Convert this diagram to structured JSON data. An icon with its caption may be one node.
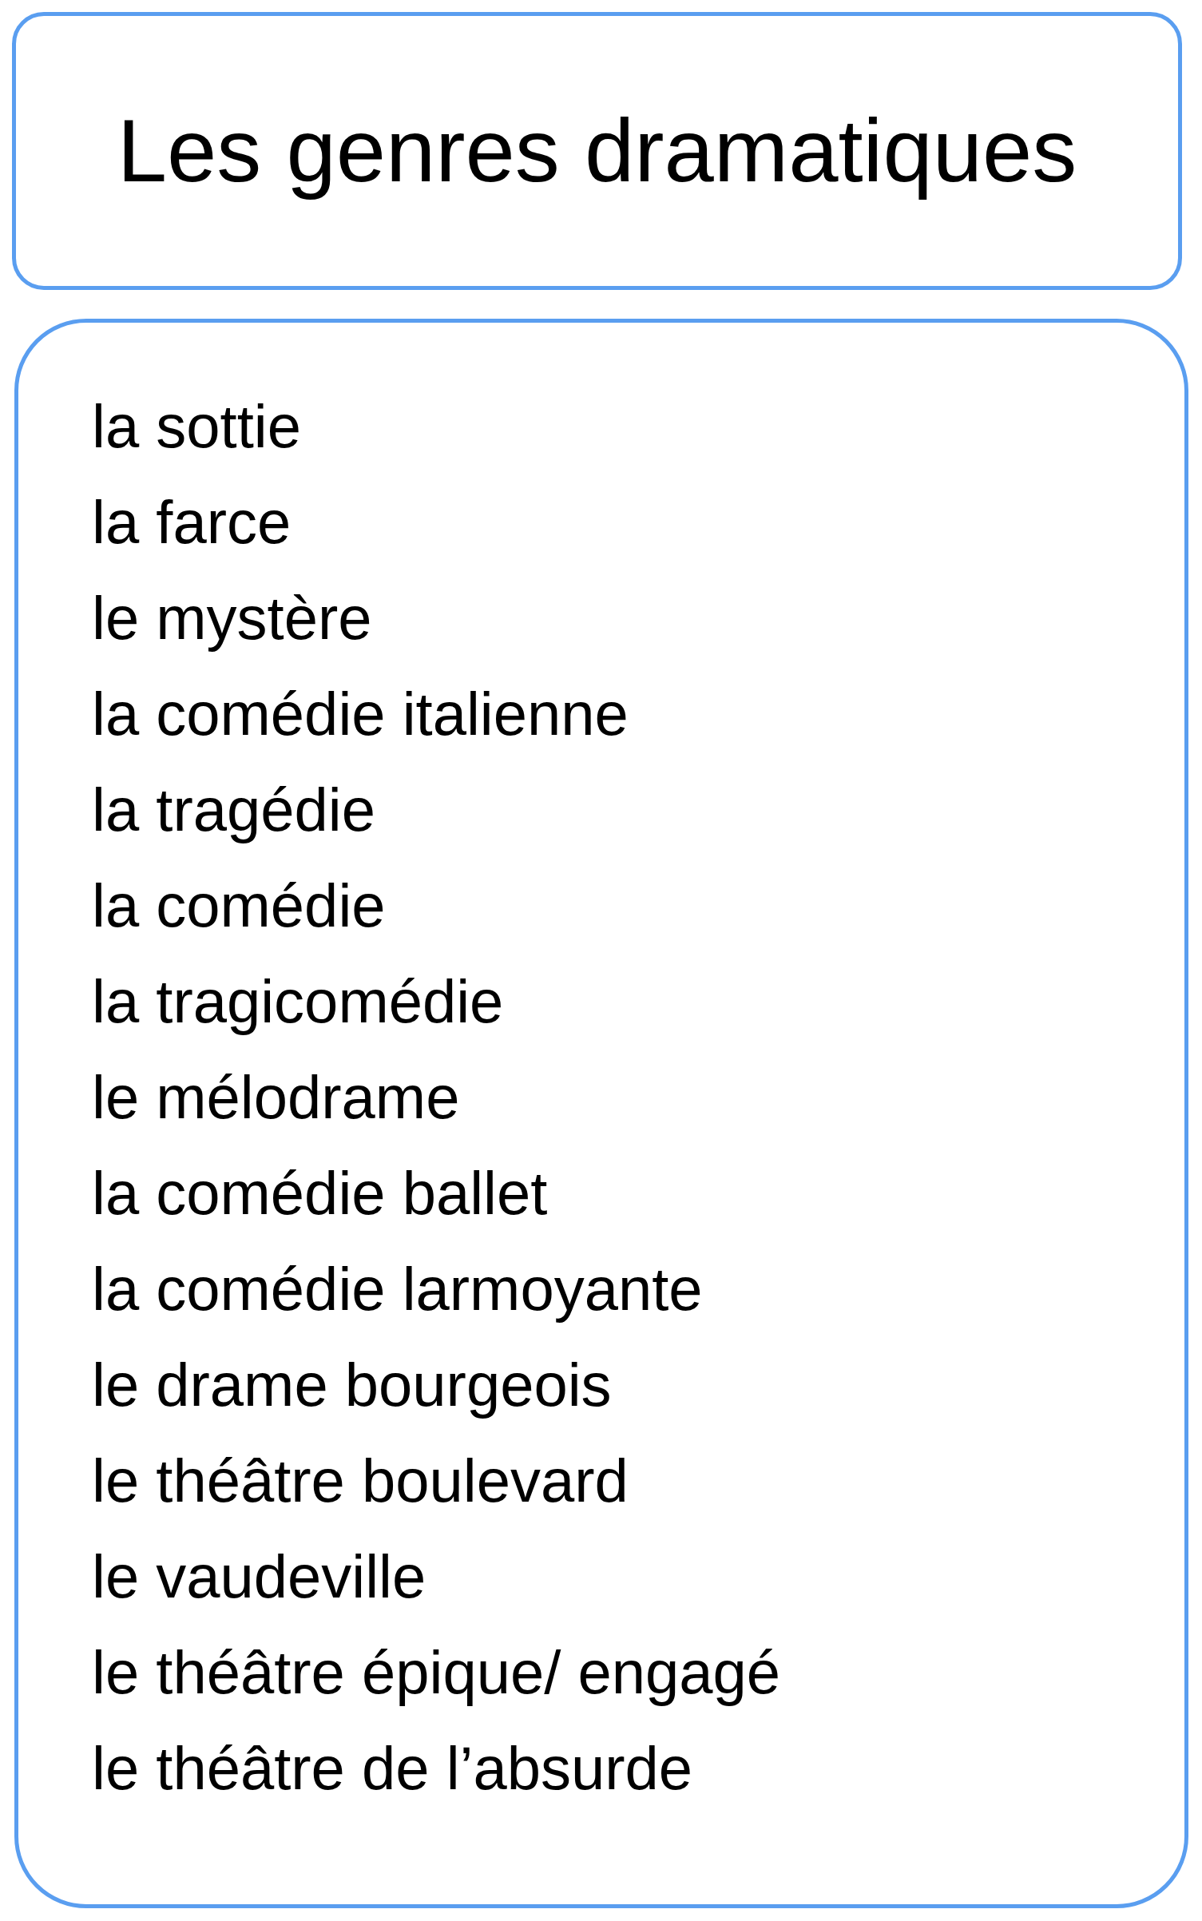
{
  "diagram": {
    "nodes": [
      {
        "text": [
          "Les genres dramatiques"
        ]
      },
      {
        "text": [
          "la sottie",
          "la farce",
          "le mystère",
          "la comédie italienne",
          "la tragédie",
          "la comédie",
          "la tragicomédie",
          "le mélodrame",
          "la comédie ballet",
          "la comédie larmoyante",
          "le drame bourgeois",
          "le théâtre boulevard",
          "le vaudeville",
          "le théâtre épique/ engagé",
          "le théâtre de l’absurde"
        ]
      }
    ]
  }
}
